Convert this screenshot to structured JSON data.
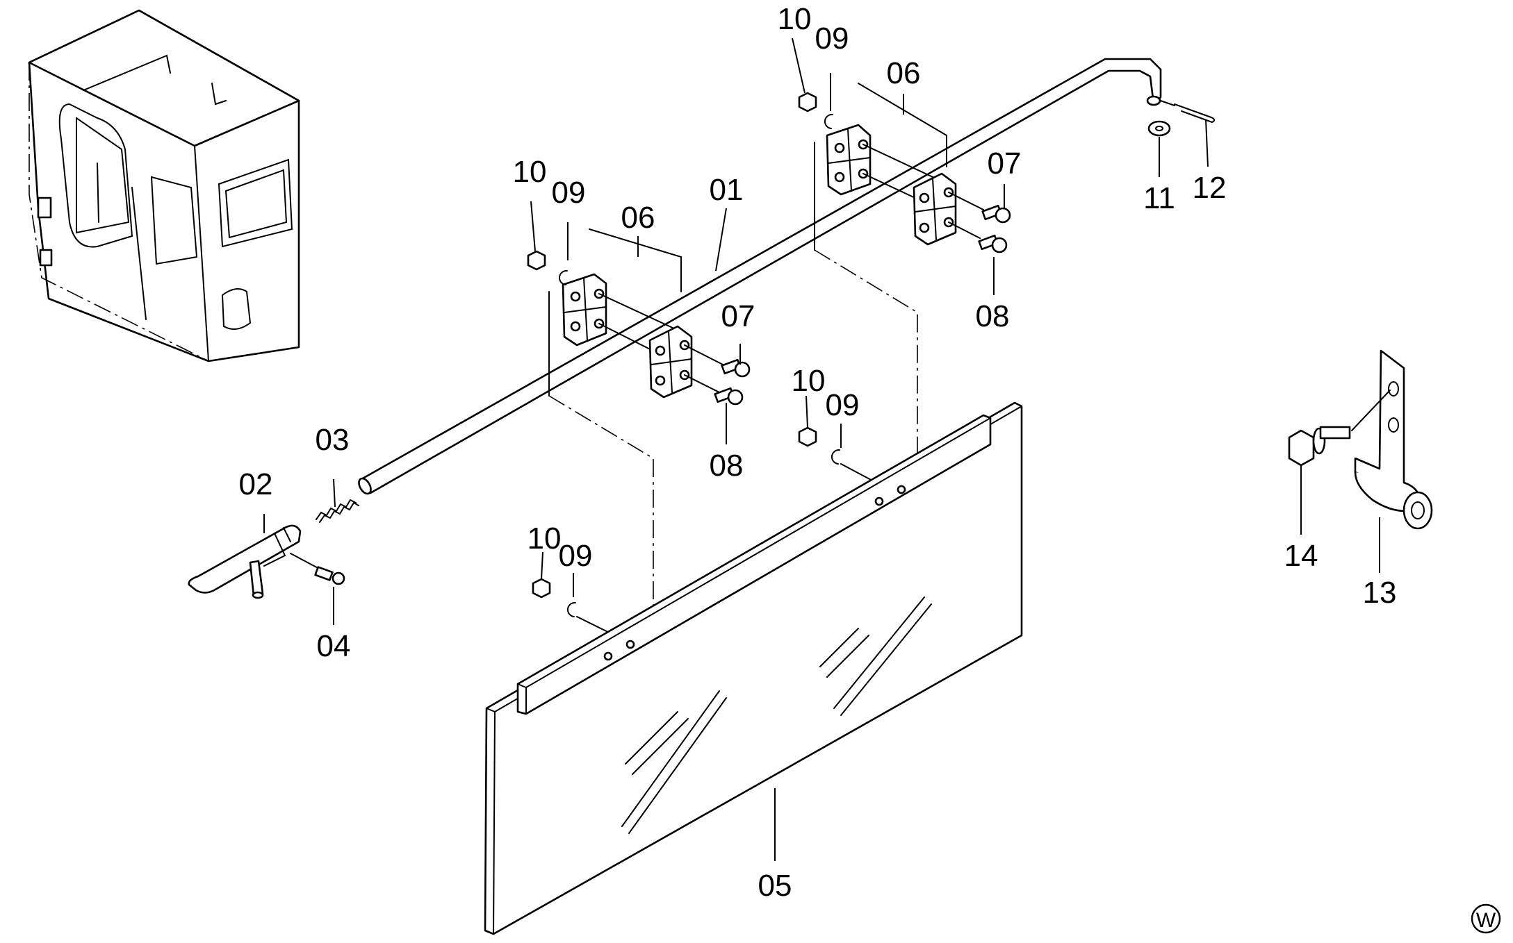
{
  "figure": "exploded-parts-diagram",
  "callouts": {
    "c01": "01",
    "c02": "02",
    "c03": "03",
    "c04": "04",
    "c05": "05",
    "c06a": "06",
    "c06b": "06",
    "c07a": "07",
    "c07b": "07",
    "c08a": "08",
    "c08b": "08",
    "c09a": "09",
    "c09b": "09",
    "c09c": "09",
    "c09d": "09",
    "c10a": "10",
    "c10b": "10",
    "c10c": "10",
    "c10d": "10",
    "c11": "11",
    "c12": "12",
    "c13": "13",
    "c14": "14"
  },
  "mark": "W",
  "line_color": "#000000",
  "background": "#ffffff"
}
